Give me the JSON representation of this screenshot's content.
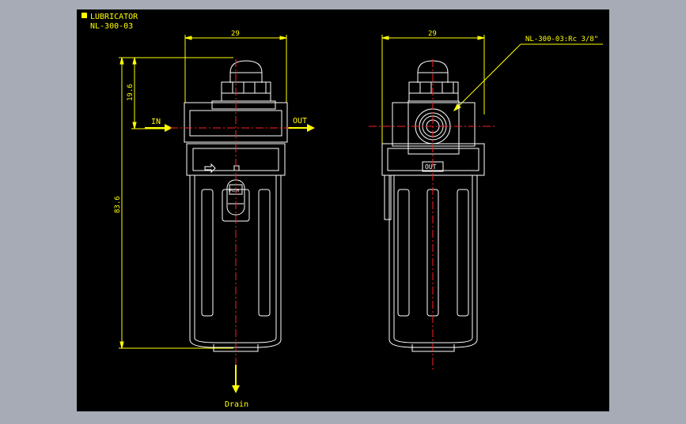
{
  "title": {
    "line1": "LUBRICATOR",
    "line2": "NL-300-03"
  },
  "dimensions": {
    "width_left": "29",
    "width_right": "29",
    "height_top": "19.6",
    "height_total": "83.6"
  },
  "labels": {
    "in": "IN",
    "out_arrow": "OUT",
    "out_plate": "OUT",
    "drain": "Drain",
    "callout": "NL-300-03:Rc 3/8\"",
    "push": "PUSH"
  },
  "colors": {
    "canvas": "#000000",
    "frame": "#a6abb5",
    "outline": "#ffffff",
    "dimension": "#ffff00",
    "centerline": "#ff2020"
  }
}
